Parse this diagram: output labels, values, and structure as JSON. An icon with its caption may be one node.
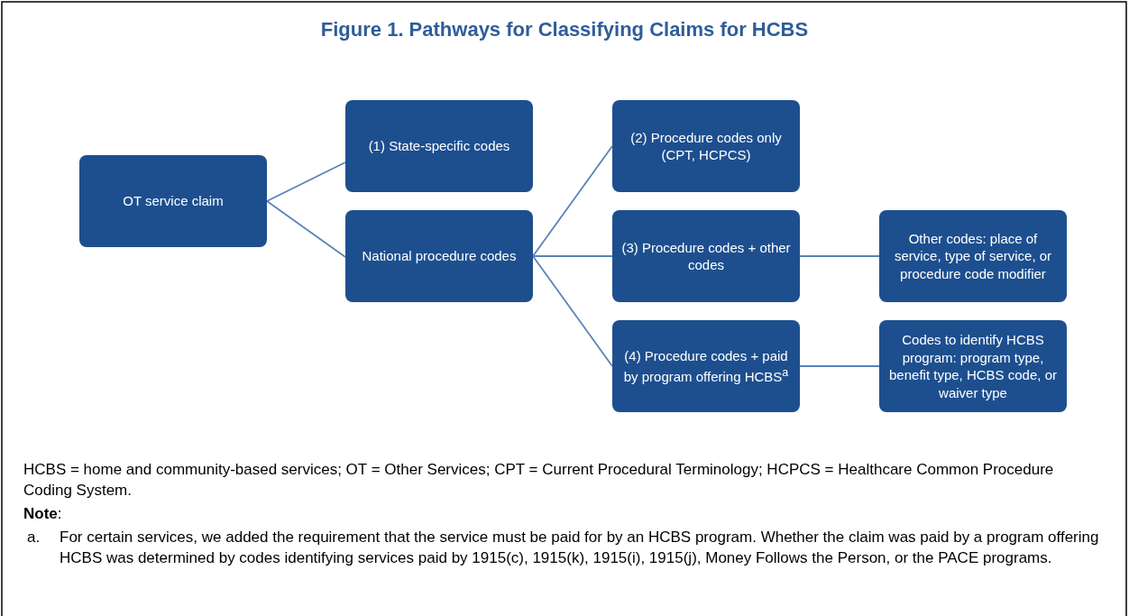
{
  "diagram": {
    "title": "Figure 1. Pathways for Classifying Claims for HCBS",
    "nodes": [
      {
        "text": [
          "OT service claim"
        ]
      },
      {
        "text": [
          "(1) State-specific codes"
        ]
      },
      {
        "text": [
          "National procedure codes"
        ]
      },
      {
        "text": [
          "(2) Procedure codes only (CPT, HCPCS)"
        ]
      },
      {
        "text": [
          "(3) Procedure codes + other codes"
        ]
      },
      {
        "text": [
          "(4) Procedure codes + paid by program offering HCBS$^{a}$"
        ]
      },
      {
        "text": [
          "Other codes: place of service, type of service, or procedure code modifier"
        ]
      },
      {
        "text": [
          "Codes to identify HCBS program: program type, benefit type, HCBS code, or waiver type"
        ]
      }
    ],
    "edges": [
      {
        "from": 0,
        "to": 1,
        "arrow": "none"
      },
      {
        "from": 0,
        "to": 2,
        "arrow": "none"
      },
      {
        "from": 2,
        "to": 3,
        "arrow": "none"
      },
      {
        "from": 2,
        "to": 4,
        "arrow": "none"
      },
      {
        "from": 2,
        "to": 5,
        "arrow": "none"
      },
      {
        "from": 4,
        "to": 6,
        "arrow": "none"
      },
      {
        "from": 5,
        "to": 7,
        "arrow": "none"
      }
    ],
    "labels": [
      "HCBS = home and community-based services; OT = Other Services; CPT = Current Procedural Terminology; HCPCS = Healthcare Common Procedure Coding System.",
      "**Note**:",
      "a.",
      "For certain services, we added the requirement that the service must be paid for by an HCBS program. Whether the claim was paid by a program offering HCBS was determined by codes identifying services paid by 1915(c), 1915(k), 1915(i), 1915(j), Money Follows the Person, or the PACE programs."
    ]
  }
}
